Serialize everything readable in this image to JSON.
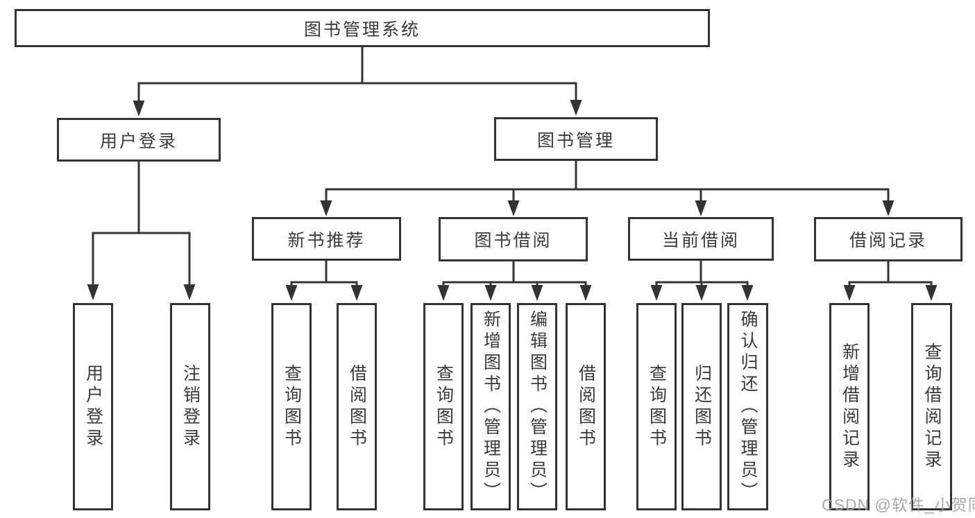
{
  "tree": {
    "root": {
      "label": "图书管理系统",
      "children": [
        {
          "label": "用户登录",
          "children": [
            {
              "label": "用户登录"
            },
            {
              "label": "注销登录"
            }
          ]
        },
        {
          "label": "图书管理",
          "children": [
            {
              "label": "新书推荐",
              "children": [
                {
                  "label": "查询图书"
                },
                {
                  "label": "借阅图书"
                }
              ]
            },
            {
              "label": "图书借阅",
              "children": [
                {
                  "label": "查询图书"
                },
                {
                  "label": "新增图书（管理员）"
                },
                {
                  "label": "编辑图书（管理员）"
                },
                {
                  "label": "借阅图书"
                }
              ]
            },
            {
              "label": "当前借阅",
              "children": [
                {
                  "label": "查询图书"
                },
                {
                  "label": "归还图书"
                },
                {
                  "label": "确认归还（管理员）"
                }
              ]
            },
            {
              "label": "借阅记录",
              "children": [
                {
                  "label": "新增借阅记录"
                },
                {
                  "label": "查询借阅记录"
                }
              ]
            }
          ]
        }
      ]
    }
  },
  "watermark": "CSDN @软件_小贺同学",
  "colors": {
    "line": "#333333",
    "box_border": "#333333",
    "text": "#3a3a3a",
    "watermark": "#9e9999",
    "background": "#ffffff"
  }
}
